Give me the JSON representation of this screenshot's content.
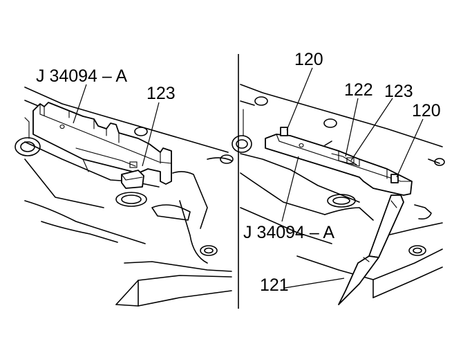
{
  "left_panel": {
    "tool_label": "J 34094 – A",
    "part_label": "123"
  },
  "right_panel": {
    "label_120_top": "120",
    "label_122": "122",
    "label_123": "123",
    "label_120_right": "120",
    "tool_label": "J 34094 – A",
    "label_121": "121"
  }
}
